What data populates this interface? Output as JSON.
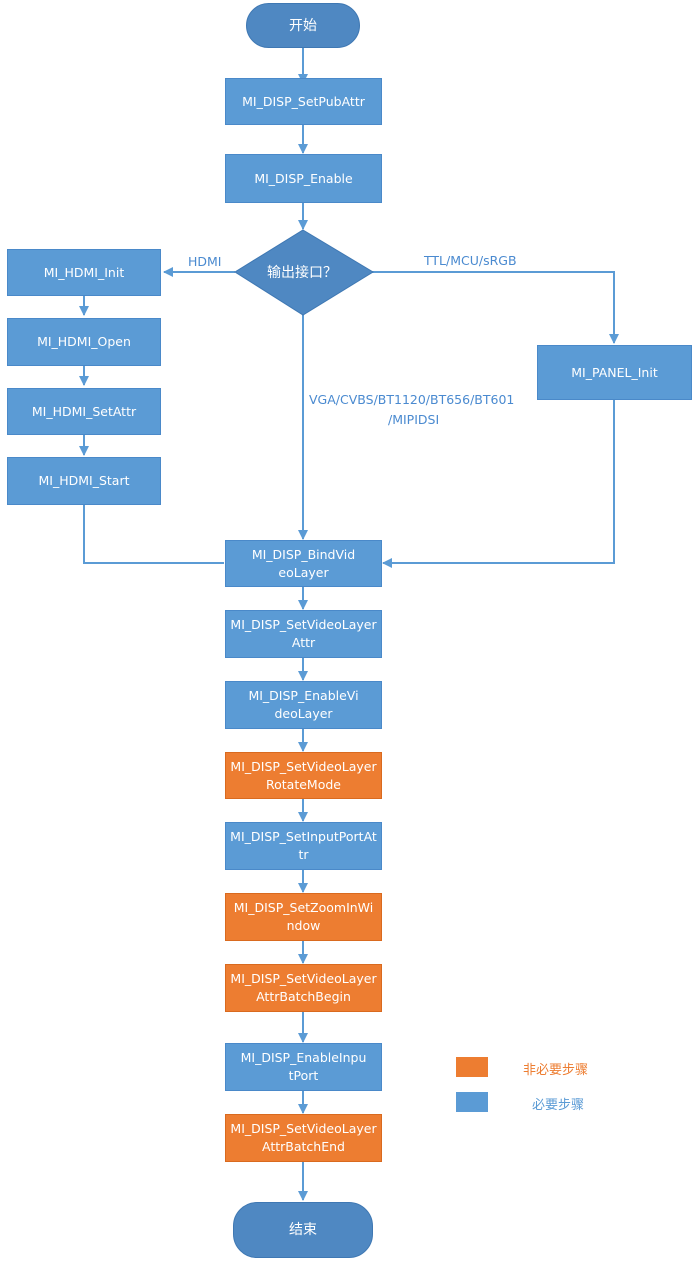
{
  "colors": {
    "required": "#5b9bd5",
    "optional": "#ed7d31",
    "line": "#5b9bd5",
    "terminal": "#4f88c2",
    "decision": "#4f88c2"
  },
  "nodes": {
    "start": "开始",
    "set_pub_attr": "MI_DISP_SetPubAttr",
    "enable": "MI_DISP_Enable",
    "decision": "输出接口？",
    "hdmi_init": "MI_HDMI_Init",
    "hdmi_open": "MI_HDMI_Open",
    "hdmi_set_attr": "MI_HDMI_SetAttr",
    "hdmi_start": "MI_HDMI_Start",
    "panel_init": "MI_PANEL_Init",
    "bind_video_layer": "MI_DISP_BindVideoLayer",
    "set_video_layer_attr": "MI_DISP_SetVideoLayerAttr",
    "enable_video_layer": "MI_DISP_EnableVideoLayer",
    "set_video_layer_rotate_mode": "MI_DISP_SetVideoLayerRotateMode",
    "set_input_port_attr": "MI_DISP_SetInputPortAttr",
    "set_zoom_in_window": "MI_DISP_SetZoomInWindow",
    "set_video_layer_attr_batch_begin": "MI_DISP_SetVideoLayerAttrBatchBegin",
    "enable_input_port": "MI_DISP_EnableInputPort",
    "set_video_layer_attr_batch_end": "MI_DISP_SetVideoLayerAttrBatchEnd",
    "end": "结束"
  },
  "edge_labels": {
    "hdmi": "HDMI",
    "ttl": "TTL/MCU/sRGB",
    "vga_line1": "VGA/CVBS/BT1120/BT656/BT601",
    "vga_line2": "/MIPIDSI"
  },
  "legend": {
    "optional_label": "非必要步骤",
    "required_label": "必要步骤"
  }
}
